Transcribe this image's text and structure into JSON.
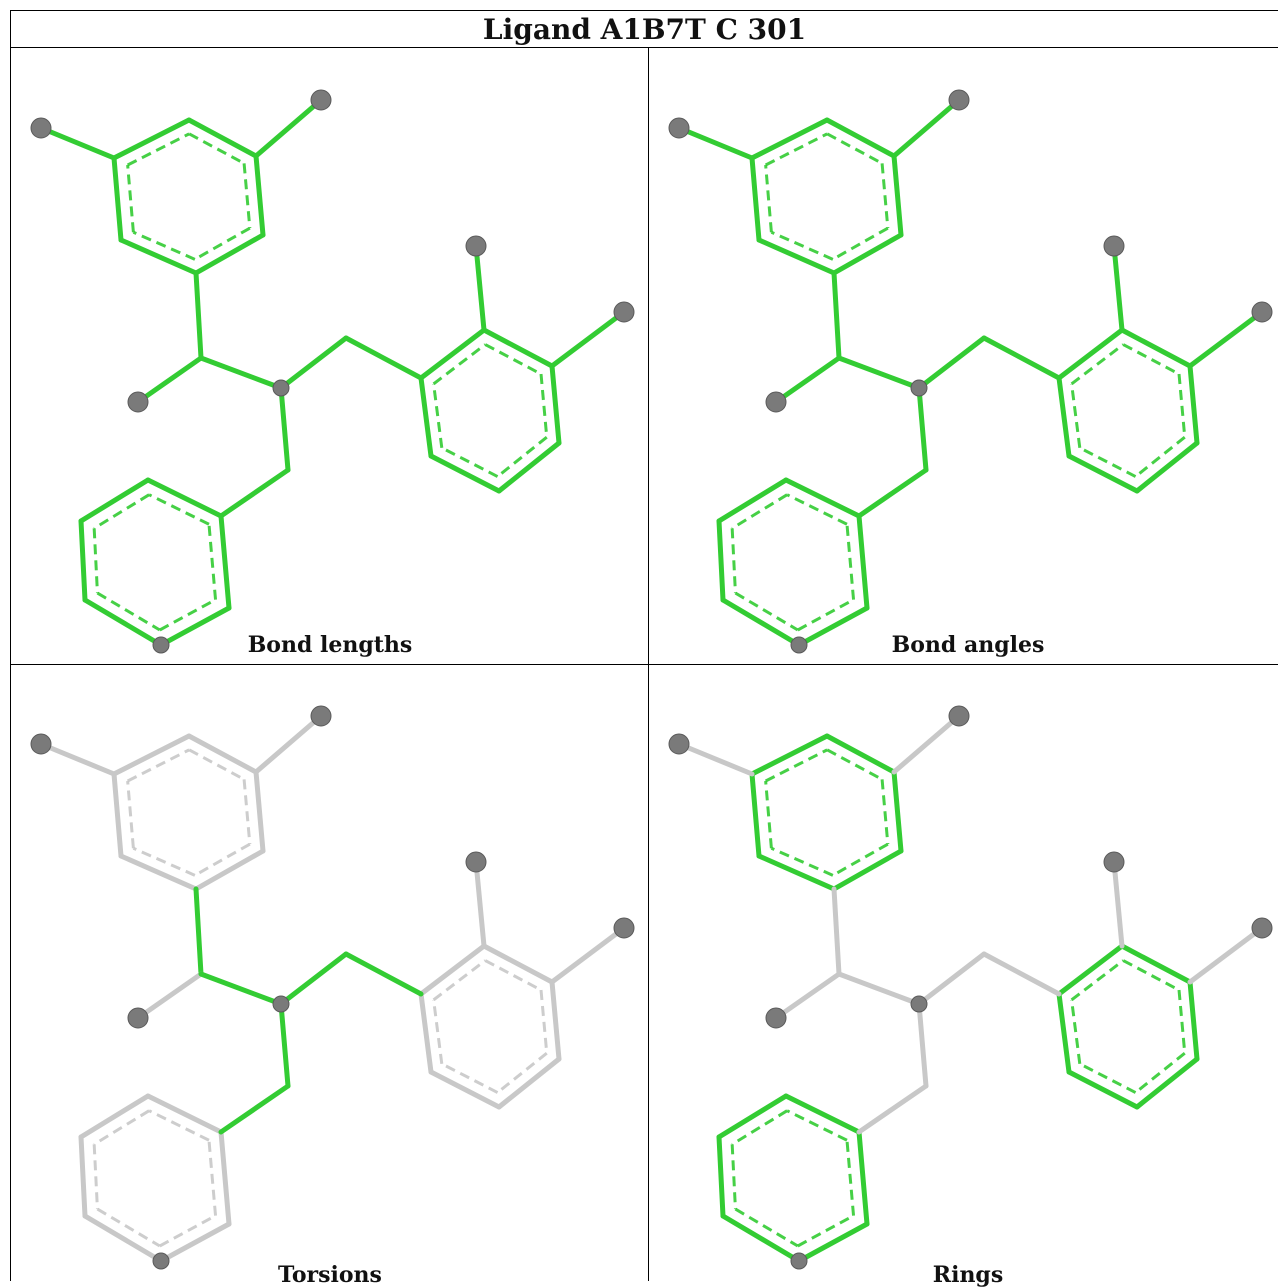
{
  "title": "Ligand A1B7T C 301",
  "colors": {
    "highlight": "#33cc33",
    "inactive": "#c8c8c8",
    "atom": "#7a7a7a"
  },
  "panels": [
    {
      "label": "Bond lengths",
      "highlight": "all"
    },
    {
      "label": "Bond angles",
      "highlight": "all"
    },
    {
      "label": "Torsions",
      "highlight": "torsions"
    },
    {
      "label": "Rings",
      "highlight": "rings"
    }
  ]
}
